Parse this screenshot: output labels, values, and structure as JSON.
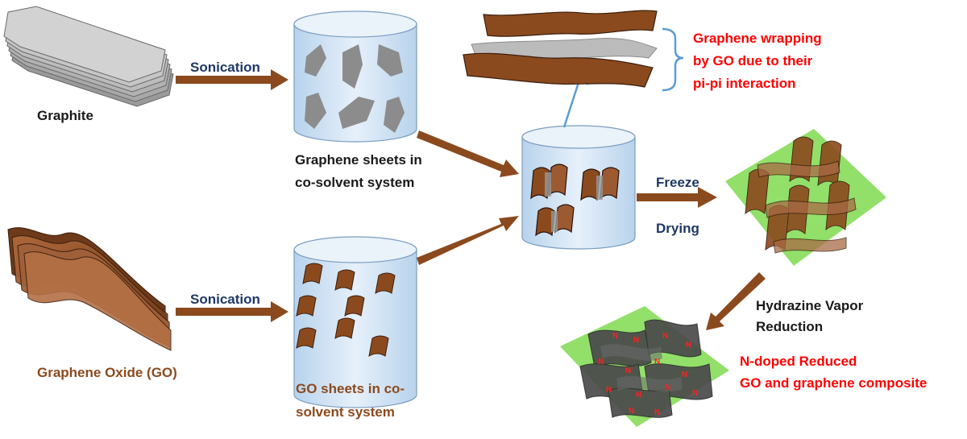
{
  "labels": {
    "graphite": "Graphite",
    "graphene_oxide": "Graphene Oxide (GO)",
    "sonication_top": "Sonication",
    "sonication_bottom": "Sonication",
    "graphene_sheets_line1": "Graphene sheets in",
    "graphene_sheets_line2": "co-solvent system",
    "go_sheets_line1": "GO sheets in co-",
    "go_sheets_line2": "solvent system",
    "wrapping_line1": "Graphene wrapping",
    "wrapping_line2": "by GO due to their",
    "wrapping_line3": "pi-pi interaction",
    "freeze": "Freeze",
    "drying": "Drying",
    "hydrazine_line1": "Hydrazine Vapor",
    "hydrazine_line2": "Reduction",
    "ndoped_line1": "N-doped Reduced",
    "ndoped_line2": "GO and graphene composite",
    "n_marker": "N"
  },
  "colors": {
    "arrow_brown": "#8b4a1e",
    "navy_text": "#1f3864",
    "red_text": "#ff0000",
    "beaker_fill": "#cfe2f3",
    "beaker_stroke": "#7a9cc0",
    "graphene_grey": "#8c8c8c",
    "go_brown": "#9c5a33",
    "support_green": "#92e06a",
    "bracket_blue": "#5b9bd5"
  }
}
